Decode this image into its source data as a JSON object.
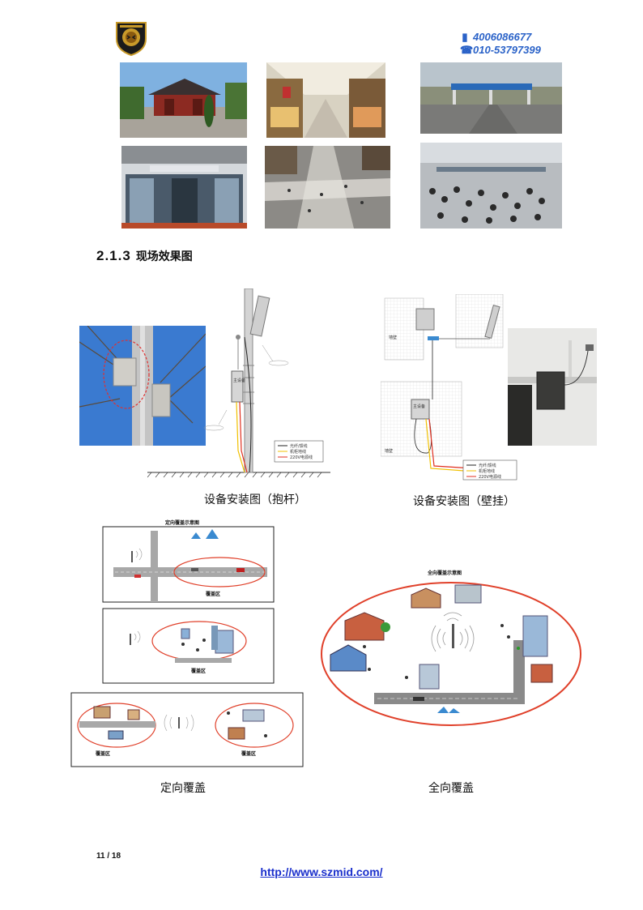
{
  "header": {
    "phone": "4006086677",
    "tel": "010-53797399"
  },
  "section": {
    "number": "2.1.3",
    "title": "现场效果图"
  },
  "figures": {
    "pole_caption": "设备安装图（抱杆）",
    "wall_caption": "设备安装图（壁挂）",
    "directional_caption": "定向覆盖",
    "omni_caption": "全向覆盖"
  },
  "diagram_pole": {
    "main_device": "主设备",
    "legend": [
      "光纤/馈线",
      "机柜地线",
      "220V电源线"
    ]
  },
  "diagram_wall": {
    "wall_top": "墙壁",
    "wall_bottom": "墙壁",
    "main_device": "主设备",
    "legend": [
      "光纤/馈线",
      "机柜地线",
      "220V电源线"
    ]
  },
  "diagram_directional": {
    "title": "定向覆盖示意图",
    "zone1": "覆盖区",
    "zone2": "覆盖区",
    "zone3a": "覆盖区",
    "zone3b": "覆盖区"
  },
  "diagram_omni": {
    "title": "全向覆盖示意图"
  },
  "footer": {
    "page": "11 / 18",
    "url": "http://www.szmid.com/"
  },
  "colors": {
    "accent_blue": "#2a62c8",
    "link_blue": "#1a2fcc",
    "coverage_red": "#e0402a"
  }
}
